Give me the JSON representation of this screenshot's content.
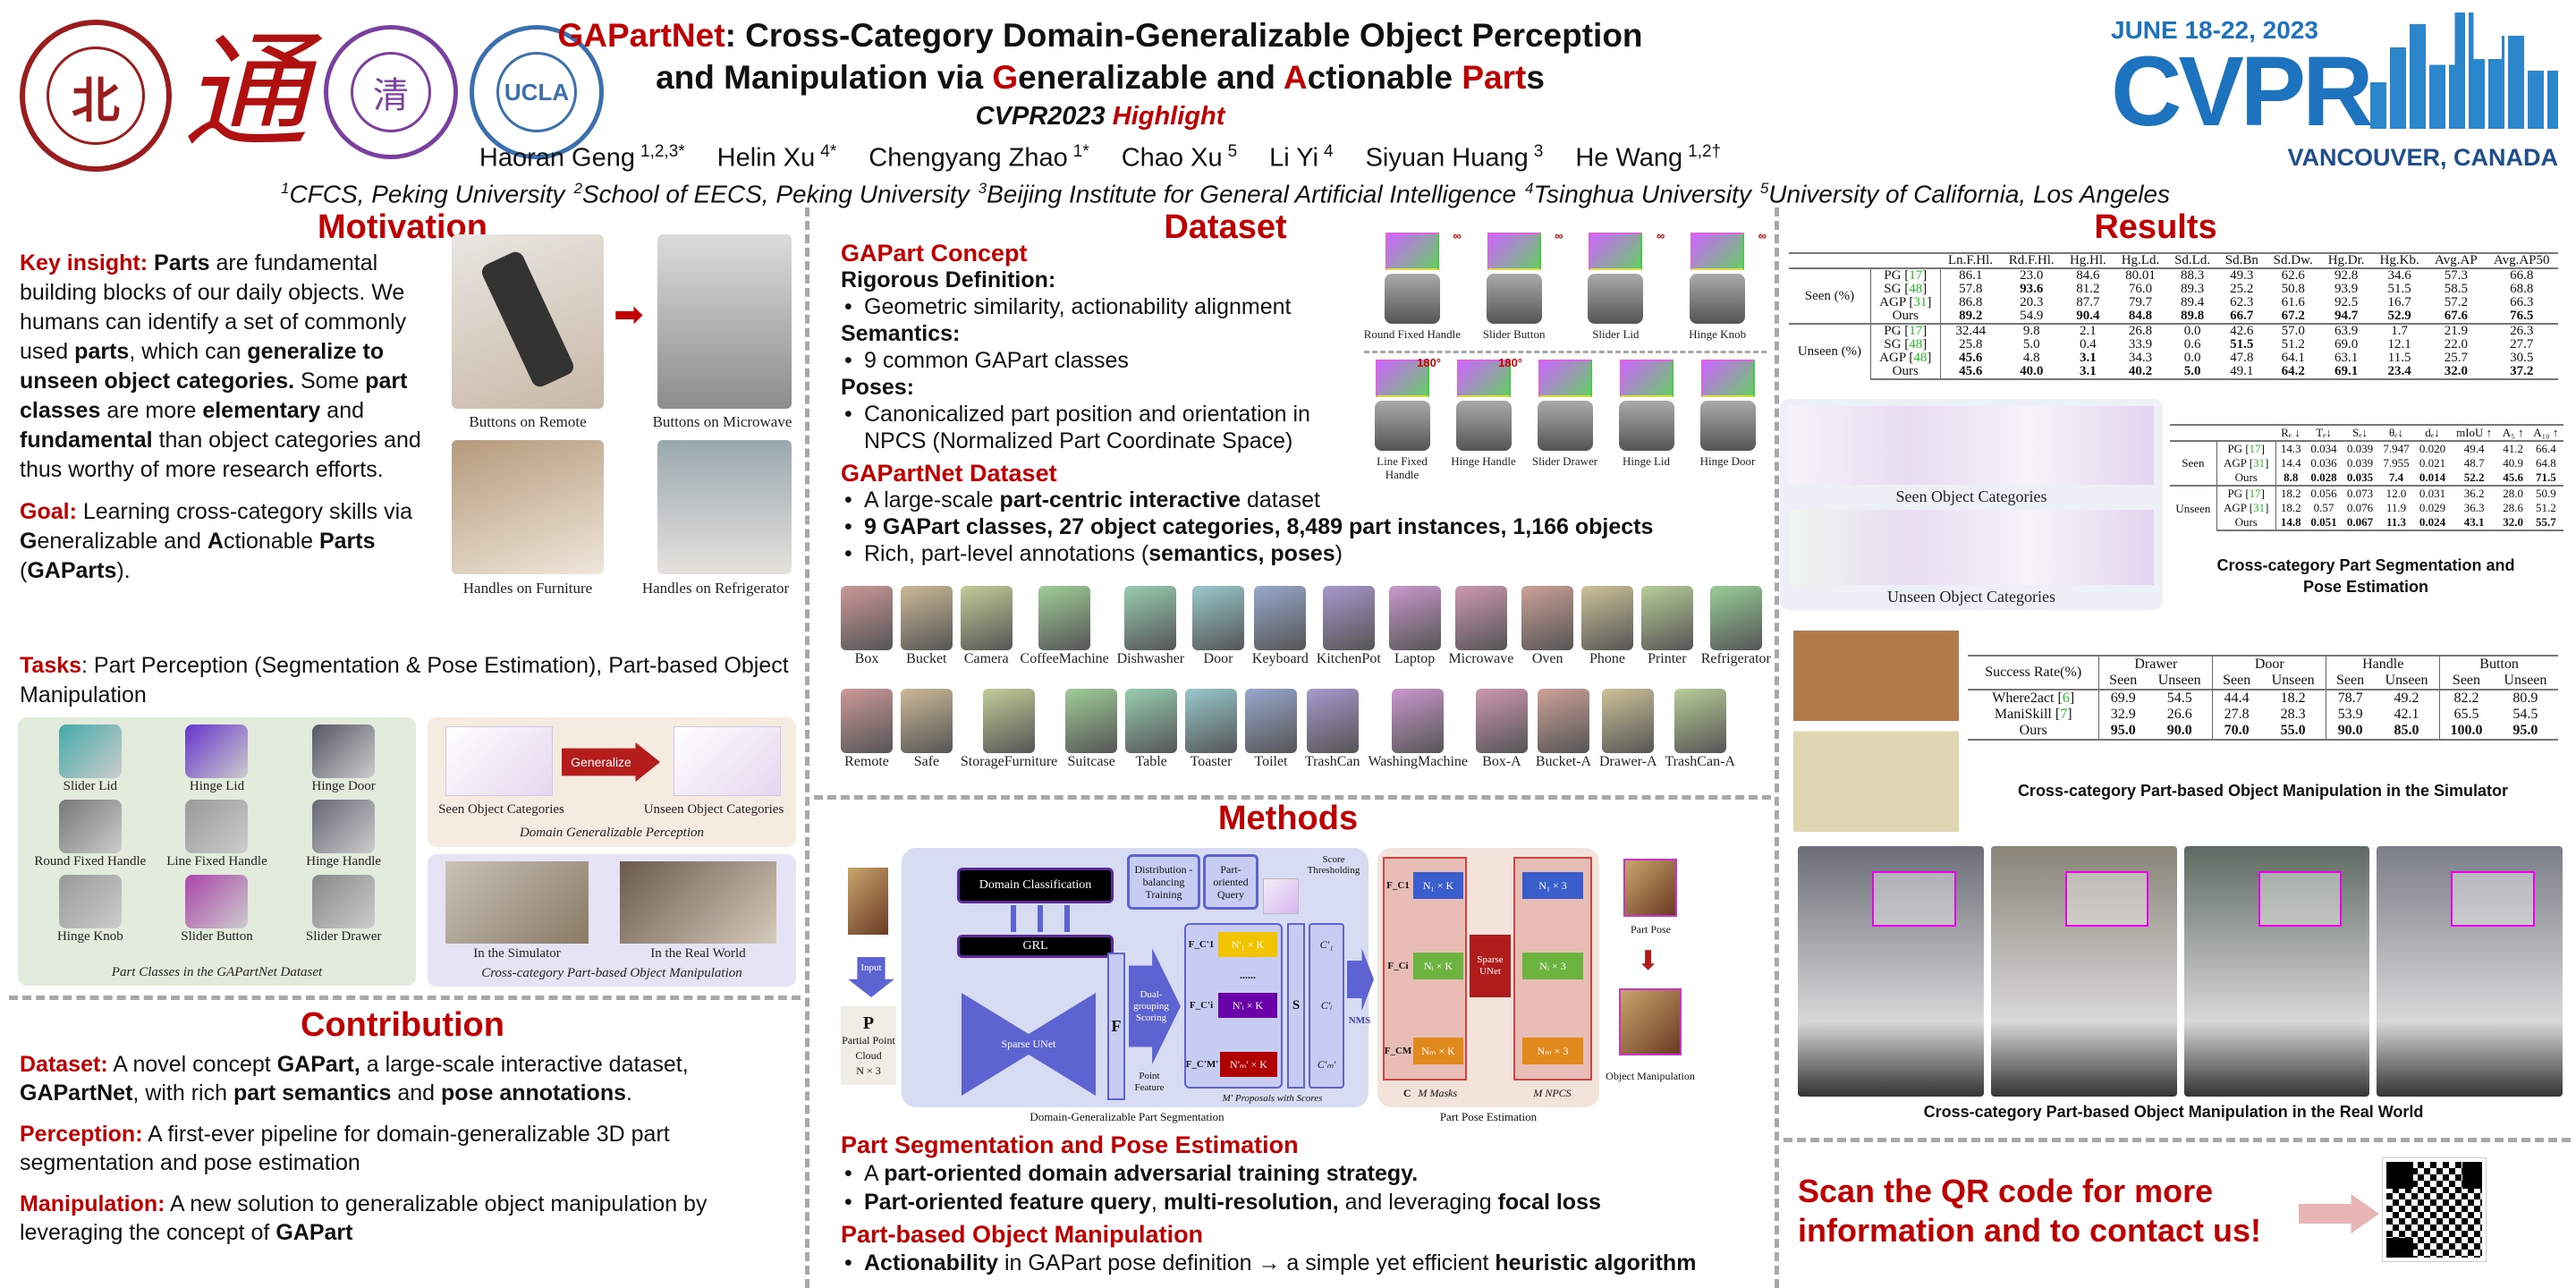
{
  "header": {
    "title_line1": [
      {
        "t": "GAPartNet",
        "c": "#c00000"
      },
      {
        "t": ": Cross-Category Domain-Generalizable Object Perception"
      }
    ],
    "title_line2": [
      {
        "t": "and Manipulation via "
      },
      {
        "t": "G",
        "c": "#c00000"
      },
      {
        "t": "eneralizable and "
      },
      {
        "t": "A",
        "c": "#c00000"
      },
      {
        "t": "ctionable "
      },
      {
        "t": "Part",
        "c": "#c00000"
      },
      {
        "t": "s"
      }
    ],
    "venue": "CVPR2023",
    "highlight": "Highlight",
    "authors": [
      {
        "name": "Haoran Geng",
        "sup": "1,2,3*"
      },
      {
        "name": "Helin Xu",
        "sup": "4*"
      },
      {
        "name": "Chengyang Zhao",
        "sup": "1*"
      },
      {
        "name": "Chao Xu",
        "sup": "5"
      },
      {
        "name": "Li Yi",
        "sup": "4"
      },
      {
        "name": "Siyuan Huang",
        "sup": "3"
      },
      {
        "name": "He Wang",
        "sup": "1,2†"
      }
    ],
    "affiliations": [
      {
        "sup": "1",
        "name": "CFCS, Peking University"
      },
      {
        "sup": "2",
        "name": "School of EECS, Peking University"
      },
      {
        "sup": "3",
        "name": "Beijing Institute for General Artificial Intelligence"
      },
      {
        "sup": "4",
        "name": "Tsinghua University"
      },
      {
        "sup": "5",
        "name": "University of California, Los Angeles"
      }
    ],
    "logos": [
      "PEKING UNIVERSITY",
      "THE UNIVERSITY OF CALIFORNIA UCLA"
    ],
    "cvpr": {
      "dates": "JUNE 18-22, 2023",
      "name": "CVPR",
      "place": "VANCOUVER, CANADA"
    }
  },
  "motivation": {
    "heading": "Motivation",
    "insight": [
      {
        "t": "Key insight: ",
        "b": 1,
        "c": "#c00000"
      },
      {
        "t": "Parts",
        "b": 1
      },
      {
        "t": " are fundamental building blocks of our daily objects. We humans can identify a set of commonly used "
      },
      {
        "t": "parts",
        "b": 1
      },
      {
        "t": ", which can "
      },
      {
        "t": "generalize to unseen object categories.",
        "b": 1
      },
      {
        "t": " Some "
      },
      {
        "t": "part classes",
        "b": 1
      },
      {
        "t": " are more "
      },
      {
        "t": "elementary",
        "b": 1
      },
      {
        "t": " and "
      },
      {
        "t": "fundamental",
        "b": 1
      },
      {
        "t": " than object categories and thus worthy of more research efforts."
      }
    ],
    "goal": [
      {
        "t": "Goal: ",
        "b": 1,
        "c": "#c00000"
      },
      {
        "t": "Learning cross-category skills via "
      },
      {
        "t": "G",
        "b": 1
      },
      {
        "t": "eneralizable and "
      },
      {
        "t": "A",
        "b": 1
      },
      {
        "t": "ctionable "
      },
      {
        "t": "Parts",
        "b": 1
      },
      {
        "t": " ("
      },
      {
        "t": "GAParts",
        "b": 1
      },
      {
        "t": ")."
      }
    ],
    "tasks": [
      {
        "t": "Tasks",
        "b": 1,
        "c": "#c00000"
      },
      {
        "t": ": Part Perception (Segmentation & Pose Estimation), Part-based Object Manipulation"
      }
    ],
    "images": [
      "Buttons on Remote",
      "Buttons on Microwave",
      "Handles on Furniture",
      "Handles on Refrigerator"
    ],
    "part_classes": [
      "Slider Lid",
      "Hinge Lid",
      "Hinge Door",
      "Round Fixed Handle",
      "Line Fixed Handle",
      "Hinge Handle",
      "Hinge Knob",
      "Slider Button",
      "Slider Drawer"
    ],
    "part_caption": "Part Classes in the GAPartNet Dataset",
    "seen": "Seen Object Categories",
    "generalize": "Generalize",
    "unseen": "Unseen Object Categories",
    "dgp_caption": "Domain Generalizable Perception",
    "sim": "In the Simulator",
    "real": "In the Real World",
    "manip_caption": "Cross-category Part-based Object Manipulation"
  },
  "contribution": {
    "heading": "Contribution",
    "items": [
      [
        {
          "t": "Dataset:",
          "b": 1,
          "c": "#c00000"
        },
        {
          "t": " A novel concept "
        },
        {
          "t": "GAPart,",
          "b": 1
        },
        {
          "t": " a large-scale interactive dataset, "
        },
        {
          "t": "GAPartNet",
          "b": 1
        },
        {
          "t": ", with rich "
        },
        {
          "t": "part semantics",
          "b": 1
        },
        {
          "t": " and "
        },
        {
          "t": "pose annotations",
          "b": 1
        },
        {
          "t": "."
        }
      ],
      [
        {
          "t": "Perception:",
          "b": 1,
          "c": "#c00000"
        },
        {
          "t": " A first-ever pipeline for domain-generalizable 3D part segmentation and pose estimation"
        }
      ],
      [
        {
          "t": "Manipulation:",
          "b": 1,
          "c": "#c00000"
        },
        {
          "t": " A new solution to generalizable object manipulation by leveraging the concept of "
        },
        {
          "t": "GAPart",
          "b": 1
        }
      ]
    ]
  },
  "dataset": {
    "heading": "Dataset",
    "concept_heading": "GAPart Concept",
    "rigorous": "Rigorous Definition:",
    "rigorous_items": [
      "Geometric similarity, actionability alignment"
    ],
    "semantics": "Semantics:",
    "semantics_items": [
      "9 common GAPart classes"
    ],
    "poses": "Poses:",
    "poses_items": [
      "Canonicalized part position and orientation in NPCS (Normalized Part Coordinate Space)"
    ],
    "net_heading": "GAPartNet Dataset",
    "net_items": [
      [
        {
          "t": "A large-scale "
        },
        {
          "t": "part-centric interactive",
          "b": 1
        },
        {
          "t": " dataset"
        }
      ],
      [
        {
          "t": "9 GAPart classes, 27 object categories, 8,489 part instances, 1,166 objects",
          "b": 1
        }
      ],
      [
        {
          "t": "Rich, part-level annotations ("
        },
        {
          "t": "semantics, poses",
          "b": 1
        },
        {
          "t": ")"
        }
      ]
    ],
    "part_images_top": [
      "Round Fixed Handle",
      "Slider Button",
      "Slider Lid",
      "Hinge Knob"
    ],
    "part_images_bottom": [
      "Line Fixed Handle",
      "Hinge Handle",
      "Slider Drawer",
      "Hinge Lid",
      "Hinge Door"
    ],
    "symmetry_labels": [
      "∞",
      "∞",
      "∞",
      "∞",
      "180°",
      "180°"
    ],
    "objects_row1": [
      "Box",
      "Bucket",
      "Camera",
      "CoffeeMachine",
      "Dishwasher",
      "Door",
      "Keyboard",
      "KitchenPot",
      "Laptop",
      "Microwave",
      "Oven",
      "Phone",
      "Printer",
      "Refrigerator"
    ],
    "objects_row2": [
      "Remote",
      "Safe",
      "StorageFurniture",
      "Suitcase",
      "Table",
      "Toaster",
      "Toilet",
      "TrashCan",
      "WashingMachine",
      "Box-A",
      "Bucket-A",
      "Drawer-A",
      "TrashCan-A"
    ]
  },
  "methods": {
    "heading": "Methods",
    "diagram": {
      "domain_cls": "Domain Classification",
      "grl": "GRL",
      "dist": "Distribution -balancing Training",
      "query": "Part- oriented Query",
      "score_thr": "Score Thresholding",
      "input": "Input",
      "p": "P",
      "pcl": "Partial Point Cloud",
      "pcl_dim": "N × 3",
      "unet": "Sparse UNet",
      "f": "F",
      "dual": "Dual- grouping Scoring",
      "point_feature": "Point Feature",
      "proposals": [
        "N'₁ × K",
        "N'ᵢ × K",
        "N'ₘ' × K"
      ],
      "prop_feats": [
        "F_C'1",
        "F_C'i",
        "F_C'M'"
      ],
      "dots": "......",
      "s": "S",
      "c_labels": [
        "C'₁",
        "C'ᵢ",
        "C'ₘ'"
      ],
      "proposals_caption": "M' Proposals with Scores",
      "nms": "NMS",
      "masks": [
        "N₁ × K",
        "Nᵢ × K",
        "Nₘ × K"
      ],
      "mask_feats": [
        "F_C1",
        "F_Ci",
        "F_CM"
      ],
      "npcs": [
        "N₁ × 3",
        "Nᵢ × 3",
        "Nₘ × 3"
      ],
      "sparse_unet2": "Sparse UNet",
      "c": "C",
      "m_masks": "M Masks",
      "m_npcs": "M NPCS",
      "part_pose": "Part Pose",
      "obj_manip": "Object Manipulation",
      "seg_caption": "Domain-Generalizable Part Segmentation",
      "pose_caption": "Part Pose Estimation"
    },
    "seg_heading": "Part Segmentation and Pose Estimation",
    "seg_items": [
      [
        {
          "t": "A "
        },
        {
          "t": "part-oriented domain adversarial training strategy.",
          "b": 1
        }
      ],
      [
        {
          "t": "Part-oriented feature query",
          "b": 1
        },
        {
          "t": ", "
        },
        {
          "t": "multi-resolution,",
          "b": 1
        },
        {
          "t": " and leveraging "
        },
        {
          "t": "focal loss",
          "b": 1
        }
      ]
    ],
    "manip_heading": "Part-based Object Manipulation",
    "manip_items": [
      [
        {
          "t": "Actionability",
          "b": 1
        },
        {
          "t": " in GAPart pose definition → a simple yet efficient "
        },
        {
          "t": "heuristic algorithm",
          "b": 1
        }
      ]
    ]
  },
  "results": {
    "heading": "Results",
    "seg_table": {
      "columns": [
        "",
        "",
        "Ln.F.Hl.",
        "Rd.F.Hl.",
        "Hg.Hl.",
        "Hg.Ld.",
        "Sd.Ld.",
        "Sd.Bn",
        "Sd.Dw.",
        "Hg.Dr.",
        "Hg.Kb.",
        "Avg.AP",
        "Avg.AP50"
      ],
      "groups": [
        {
          "name": "Seen (%)",
          "rows": [
            {
              "m": "PG",
              "ref": "17",
              "v": [
                "86.1",
                "23.0",
                "84.6",
                "80.01",
                "88.3",
                "49.3",
                "62.6",
                "92.8",
                "34.6",
                "57.3",
                "66.8"
              ],
              "best": []
            },
            {
              "m": "SG",
              "ref": "48",
              "v": [
                "57.8",
                "93.6",
                "81.2",
                "76.0",
                "89.3",
                "25.2",
                "50.8",
                "93.9",
                "51.5",
                "58.5",
                "68.8"
              ],
              "best": [
                1
              ]
            },
            {
              "m": "AGP",
              "ref": "31",
              "v": [
                "86.8",
                "20.3",
                "87.7",
                "79.7",
                "89.4",
                "62.3",
                "61.6",
                "92.5",
                "16.7",
                "57.2",
                "66.3"
              ],
              "best": []
            },
            {
              "m": "Ours",
              "v": [
                "89.2",
                "54.9",
                "90.4",
                "84.8",
                "89.8",
                "66.7",
                "67.2",
                "94.7",
                "52.9",
                "67.6",
                "76.5"
              ],
              "best": [
                0,
                2,
                3,
                4,
                5,
                6,
                7,
                8,
                9,
                10
              ]
            }
          ]
        },
        {
          "name": "Unseen (%)",
          "rows": [
            {
              "m": "PG",
              "ref": "17",
              "v": [
                "32.44",
                "9.8",
                "2.1",
                "26.8",
                "0.0",
                "42.6",
                "57.0",
                "63.9",
                "1.7",
                "21.9",
                "26.3"
              ],
              "best": []
            },
            {
              "m": "SG",
              "ref": "48",
              "v": [
                "25.8",
                "5.0",
                "0.4",
                "33.9",
                "0.6",
                "51.5",
                "51.2",
                "69.0",
                "12.1",
                "22.0",
                "27.7"
              ],
              "best": [
                5
              ]
            },
            {
              "m": "AGP",
              "ref": "48",
              "v": [
                "45.6",
                "4.8",
                "3.1",
                "34.3",
                "0.0",
                "47.8",
                "64.1",
                "63.1",
                "11.5",
                "25.7",
                "30.5"
              ],
              "best": [
                0,
                2
              ]
            },
            {
              "m": "Ours",
              "v": [
                "45.6",
                "40.0",
                "3.1",
                "40.2",
                "5.0",
                "49.1",
                "64.2",
                "69.1",
                "23.4",
                "32.0",
                "37.2"
              ],
              "best": [
                0,
                1,
                2,
                3,
                4,
                6,
                7,
                8,
                9,
                10
              ]
            }
          ]
        }
      ]
    },
    "seen_label": "Seen Object Categories",
    "unseen_label": "Unseen Object Categories",
    "pose_table": {
      "columns": [
        "",
        "",
        "Rₑ ↓",
        "Tₑ↓",
        "Sₑ↓",
        "θₑ↓",
        "dₑ↓",
        "mIoU ↑",
        "A₅ ↑",
        "A₁₀ ↑"
      ],
      "groups": [
        {
          "name": "Seen",
          "rows": [
            {
              "m": "PG",
              "ref": "17",
              "v": [
                "14.3",
                "0.034",
                "0.039",
                "7.947",
                "0.020",
                "49.4",
                "41.2",
                "66.4"
              ],
              "best": []
            },
            {
              "m": "AGP",
              "ref": "31",
              "v": [
                "14.4",
                "0.036",
                "0.039",
                "7.955",
                "0.021",
                "48.7",
                "40.9",
                "64.8"
              ],
              "best": []
            },
            {
              "m": "Ours",
              "v": [
                "8.8",
                "0.028",
                "0.035",
                "7.4",
                "0.014",
                "52.2",
                "45.6",
                "71.5"
              ],
              "best": [
                0,
                1,
                2,
                3,
                4,
                5,
                6,
                7
              ]
            }
          ]
        },
        {
          "name": "Unseen",
          "rows": [
            {
              "m": "PG",
              "ref": "17",
              "v": [
                "18.2",
                "0.056",
                "0.073",
                "12.0",
                "0.031",
                "36.2",
                "28.0",
                "50.9"
              ],
              "best": []
            },
            {
              "m": "AGP",
              "ref": "31",
              "v": [
                "18.2",
                "0.57",
                "0.076",
                "11.9",
                "0.029",
                "36.3",
                "28.6",
                "51.2"
              ],
              "best": []
            },
            {
              "m": "Ours",
              "v": [
                "14.8",
                "0.051",
                "0.067",
                "11.3",
                "0.024",
                "43.1",
                "32.0",
                "55.7"
              ],
              "best": [
                0,
                1,
                2,
                3,
                4,
                5,
                6,
                7
              ]
            }
          ]
        }
      ]
    },
    "pose_caption": "Cross-category Part Segmentation and Pose Estimation",
    "manip_table": {
      "corner": "Success Rate(%)",
      "groups": [
        "Drawer",
        "Door",
        "Handle",
        "Button"
      ],
      "sub": [
        "Seen",
        "Unseen"
      ],
      "rows": [
        {
          "m": "Where2act",
          "ref": "6",
          "v": [
            "69.9",
            "54.5",
            "44.4",
            "18.2",
            "78.7",
            "49.2",
            "82.2",
            "80.9"
          ],
          "best": []
        },
        {
          "m": "ManiSkill",
          "ref": "7",
          "v": [
            "32.9",
            "26.6",
            "27.8",
            "28.3",
            "53.9",
            "42.1",
            "65.5",
            "54.5"
          ],
          "best": []
        },
        {
          "m": "Ours",
          "v": [
            "95.0",
            "90.0",
            "70.0",
            "55.0",
            "90.0",
            "85.0",
            "100.0",
            "95.0"
          ],
          "best": [
            0,
            1,
            2,
            3,
            4,
            5,
            6,
            7
          ]
        }
      ]
    },
    "sim_caption": "Cross-category Part-based Object Manipulation in the Simulator",
    "real_caption": "Cross-category Part-based Object Manipulation in the Real World",
    "qr_text": "Scan the QR code for more information and to contact us!"
  }
}
